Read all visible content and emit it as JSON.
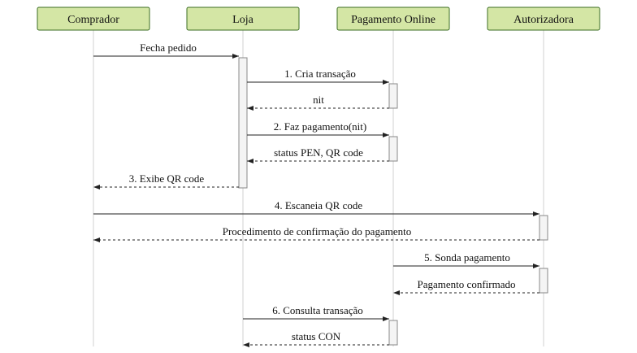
{
  "actors": [
    {
      "id": "comprador",
      "label": "Comprador"
    },
    {
      "id": "loja",
      "label": "Loja"
    },
    {
      "id": "pagamento",
      "label": "Pagamento Online"
    },
    {
      "id": "autorizadora",
      "label": "Autorizadora"
    }
  ],
  "messages": [
    {
      "from": "comprador",
      "to": "loja",
      "label": "Fecha pedido",
      "dashed": false
    },
    {
      "from": "loja",
      "to": "pagamento",
      "label": "1. Cria transação",
      "dashed": false
    },
    {
      "from": "pagamento",
      "to": "loja",
      "label": "nit",
      "dashed": true
    },
    {
      "from": "loja",
      "to": "pagamento",
      "label": "2. Faz pagamento(nit)",
      "dashed": false
    },
    {
      "from": "pagamento",
      "to": "loja",
      "label": "status PEN, QR code",
      "dashed": true
    },
    {
      "from": "loja",
      "to": "comprador",
      "label": "3. Exibe QR code",
      "dashed": true
    },
    {
      "from": "comprador",
      "to": "autorizadora",
      "label": "4. Escaneia QR code",
      "dashed": false
    },
    {
      "from": "autorizadora",
      "to": "comprador",
      "label": "Procedimento de confirmação do pagamento",
      "dashed": true
    },
    {
      "from": "pagamento",
      "to": "autorizadora",
      "label": "5. Sonda pagamento",
      "dashed": false
    },
    {
      "from": "autorizadora",
      "to": "pagamento",
      "label": "Pagamento confirmado",
      "dashed": true
    },
    {
      "from": "loja",
      "to": "pagamento",
      "label": "6. Consulta transação",
      "dashed": false
    },
    {
      "from": "pagamento",
      "to": "loja",
      "label": "status CON",
      "dashed": true
    }
  ]
}
